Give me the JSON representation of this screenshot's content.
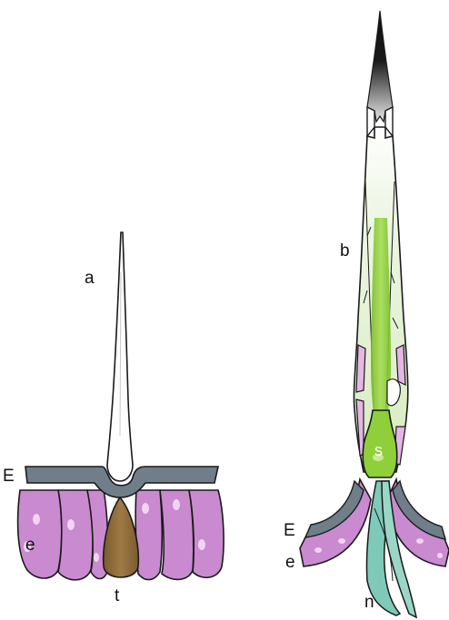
{
  "labels": {
    "a": "a",
    "E_left": "E",
    "e_left": "e",
    "t": "t",
    "b": "b",
    "s": "s",
    "E_right": "E",
    "e_right": "e",
    "n": "n"
  },
  "colors": {
    "epidermis_cells": "#c98ad0",
    "cell_highlight": "#f2d4f2",
    "cuticle_layer": "#6f7e88",
    "trigger_cell": "#8b6a3a",
    "secretion": "#8fcf3a",
    "nerve_tissue": "#7fc9b8",
    "outline": "#1a1a1a"
  }
}
